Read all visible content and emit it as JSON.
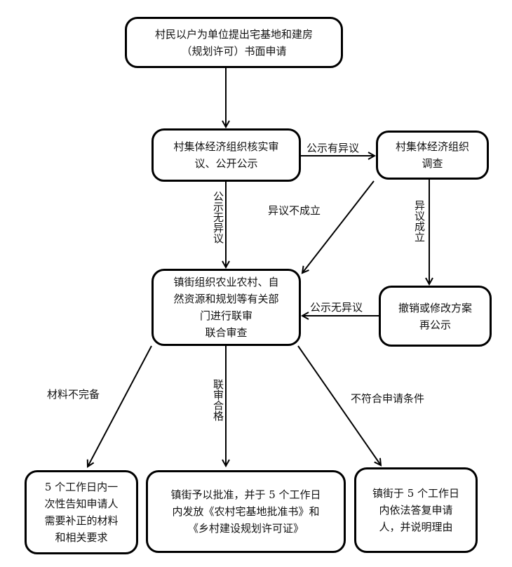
{
  "nodes": {
    "apply": {
      "lines": [
        "村民以户为单位提出宅基地和建房",
        "（规划许可）书面申请"
      ]
    },
    "village_review": {
      "lines": [
        "村集体经济组织核实审",
        "议、公开公示"
      ]
    },
    "village_investigate": {
      "lines": [
        "村集体经济组织",
        "调查"
      ]
    },
    "town_joint_review": {
      "lines": [
        "镇街组织农业农村、自",
        "然资源和规划等有关部",
        "门进行联审",
        "联合审查"
      ]
    },
    "revoke_modify": {
      "lines": [
        "撤销或修改方案",
        "再公示"
      ]
    },
    "incomplete_notice": {
      "lines": [
        "5 个工作日内一",
        "次性告知申请人",
        "需要补正的材料",
        "和相关要求"
      ]
    },
    "approve": {
      "lines": [
        "镇街予以批准，并于 5 个工作日",
        "内发放《农村宅基地批准书》和",
        "《乡村建设规划许可证》"
      ]
    },
    "reject": {
      "lines": [
        "镇街于 5 个工作日",
        "内依法答复申请",
        "人，并说明理由"
      ]
    }
  },
  "edges": {
    "objection": "公示有异议",
    "no_objection_down": "公示无异议",
    "objection_invalid": "异议不成立",
    "objection_valid": "异议成立",
    "no_objection_left": "公示无异议",
    "materials_incomplete": "材料不完备",
    "review_passed": "联审合格",
    "not_eligible": "不符合申请条件"
  }
}
